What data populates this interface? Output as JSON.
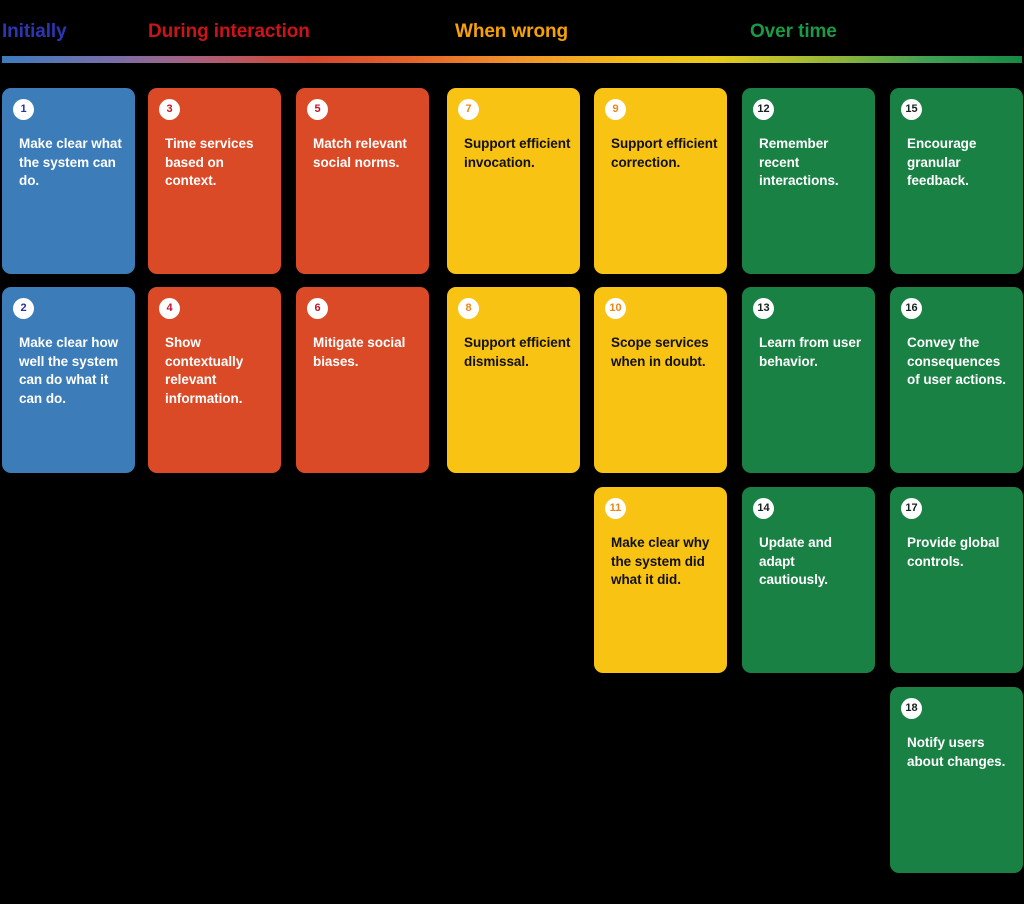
{
  "header": {
    "phases": [
      {
        "label": "Initially",
        "color": "#2B36B1"
      },
      {
        "label": "During interaction",
        "color": "#CC1417"
      },
      {
        "label": "When wrong",
        "color": "#F6A200"
      },
      {
        "label": "Over time",
        "color": "#1A9A45"
      }
    ],
    "gradient_rule": {
      "name": "phase-gradient-bar",
      "stops": [
        "#3C7DBF",
        "#A9607F",
        "#D4472F",
        "#F0922B",
        "#F5BE16",
        "#8FB53A",
        "#158B42"
      ]
    }
  },
  "theme_colors": {
    "blue": "#3B7CB9",
    "red": "#DB4A27",
    "yellow": "#F9C313",
    "green": "#188143"
  },
  "cards": [
    {
      "number": "1",
      "text": "Make clear what the system can do.",
      "theme": "blue",
      "col": 0,
      "row": 0
    },
    {
      "number": "2",
      "text": "Make clear how well the system can do what it can do.",
      "theme": "blue",
      "col": 0,
      "row": 1
    },
    {
      "number": "3",
      "text": "Time services based on context.",
      "theme": "red",
      "col": 1,
      "row": 0
    },
    {
      "number": "4",
      "text": "Show contextually relevant information.",
      "theme": "red",
      "col": 1,
      "row": 1
    },
    {
      "number": "5",
      "text": "Match relevant social norms.",
      "theme": "red",
      "col": 2,
      "row": 0
    },
    {
      "number": "6",
      "text": "Mitigate social biases.",
      "theme": "red",
      "col": 2,
      "row": 1
    },
    {
      "number": "7",
      "text": "Support efficient invocation.",
      "theme": "yellow",
      "col": 3,
      "row": 0
    },
    {
      "number": "8",
      "text": "Support efficient dismissal.",
      "theme": "yellow",
      "col": 3,
      "row": 1
    },
    {
      "number": "9",
      "text": "Support efficient correction.",
      "theme": "yellow",
      "col": 4,
      "row": 0
    },
    {
      "number": "10",
      "text": "Scope services when in doubt.",
      "theme": "yellow",
      "col": 4,
      "row": 1
    },
    {
      "number": "11",
      "text": "Make clear why the system did what it did.",
      "theme": "yellow",
      "col": 4,
      "row": 2
    },
    {
      "number": "12",
      "text": "Remember recent interactions.",
      "theme": "green",
      "col": 5,
      "row": 0
    },
    {
      "number": "13",
      "text": "Learn from user behavior.",
      "theme": "green",
      "col": 5,
      "row": 1
    },
    {
      "number": "14",
      "text": "Update and adapt cautiously.",
      "theme": "green",
      "col": 5,
      "row": 2
    },
    {
      "number": "15",
      "text": "Encourage granular feedback.",
      "theme": "green",
      "col": 6,
      "row": 0
    },
    {
      "number": "16",
      "text": "Convey the consequences of user actions.",
      "theme": "green",
      "col": 6,
      "row": 1
    },
    {
      "number": "17",
      "text": "Provide global controls.",
      "theme": "green",
      "col": 6,
      "row": 2
    },
    {
      "number": "18",
      "text": "Notify users about changes.",
      "theme": "green",
      "col": 6,
      "row": 3
    }
  ]
}
